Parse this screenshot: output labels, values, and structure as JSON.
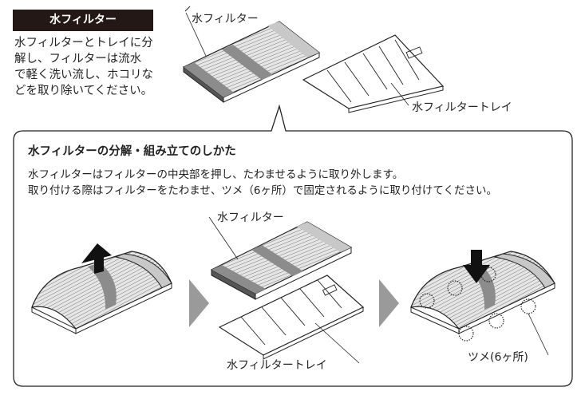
{
  "header": {
    "title": "水フィルター"
  },
  "intro": {
    "lines": [
      "水フィルターとトレイに分",
      "解し、フィルターは流水",
      "で軽く洗い流し、ホコリな",
      "どを取り除いてください。"
    ]
  },
  "top_labels": {
    "filter": "水フィルター",
    "tray": "水フィルタートレイ"
  },
  "bubble": {
    "title": "水フィルターの分解・組み立てのしかた",
    "lines": [
      "水フィルターはフィルターの中央部を押し、たわませるように取り外します。",
      "取り付ける際はフィルターをたわませ、ツメ（6ヶ所）で固定されるように取り付けてください。"
    ]
  },
  "steps": {
    "filter_label": "水フィルター",
    "tray_label": "水フィルタートレイ",
    "claws_label": "ツメ(6ヶ所)"
  },
  "colors": {
    "header_bg": "#231815",
    "arrow_gray": "#9a9a9a",
    "band_gray": "#8c8c8c",
    "end_gray": "#c8c8c8"
  }
}
